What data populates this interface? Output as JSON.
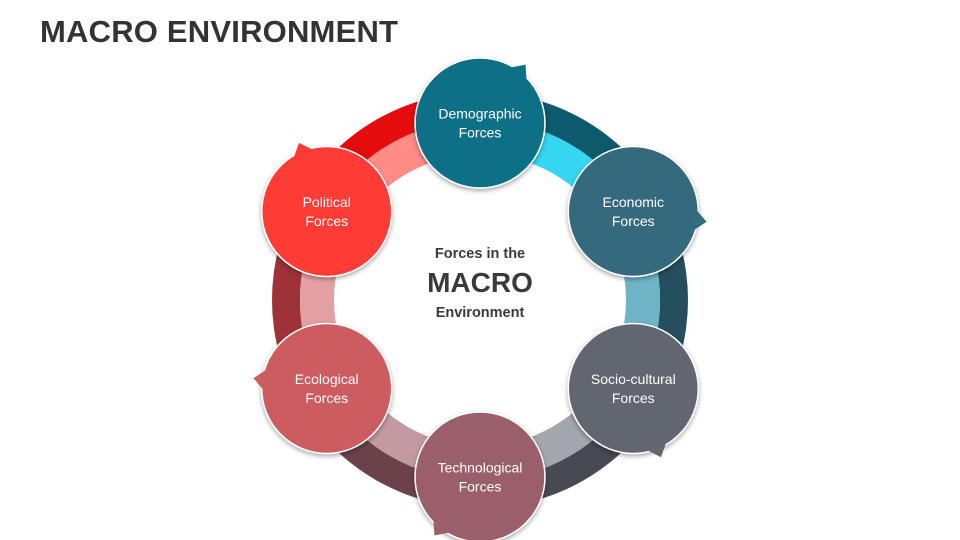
{
  "title": "MACRO ENVIRONMENT",
  "center": {
    "line1": "Forces in the",
    "line2": "MACRO",
    "line3": "Environment"
  },
  "forces": [
    {
      "id": "demographic",
      "lines": [
        "Demographic",
        "Forces"
      ],
      "color": "#0f6f86",
      "arc_dark": "#0c5a6b",
      "arc_light": "#35d6f2"
    },
    {
      "id": "economic",
      "lines": [
        "Economic",
        "Forces"
      ],
      "color": "#356b7e",
      "arc_dark": "#254f5d",
      "arc_light": "#6fb4c6"
    },
    {
      "id": "socio-cultural",
      "lines": [
        "Socio-cultural",
        "Forces"
      ],
      "color": "#626670",
      "arc_dark": "#474a52",
      "arc_light": "#a3a6ad"
    },
    {
      "id": "technological",
      "lines": [
        "Technological",
        "Forces"
      ],
      "color": "#9a5f68",
      "arc_dark": "#6b424a",
      "arc_light": "#c39aa2"
    },
    {
      "id": "ecological",
      "lines": [
        "Ecological",
        "Forces"
      ],
      "color": "#cc5c5e",
      "arc_dark": "#9e3238",
      "arc_light": "#e3a0a3"
    },
    {
      "id": "political",
      "lines": [
        "Political",
        "Forces"
      ],
      "color": "#ff3b36",
      "arc_dark": "#e40c0c",
      "arc_light": "#ff8c87"
    }
  ]
}
